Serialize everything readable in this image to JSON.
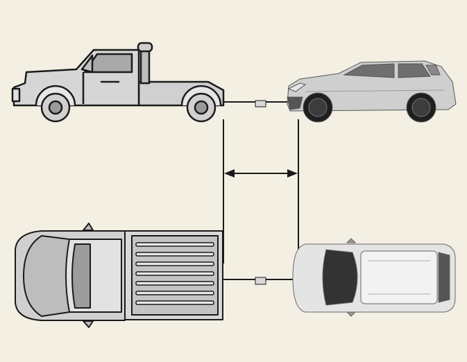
{
  "colors": {
    "background": "#f3efe3",
    "outline": "#1a1a1a",
    "body_gray": "#c9c9c9",
    "body_light": "#e6e6e6",
    "tire": "#2a2a2a"
  },
  "diagram": {
    "views": [
      "side-view",
      "top-view"
    ],
    "dimension_marker": "towing-distance-arrow"
  }
}
